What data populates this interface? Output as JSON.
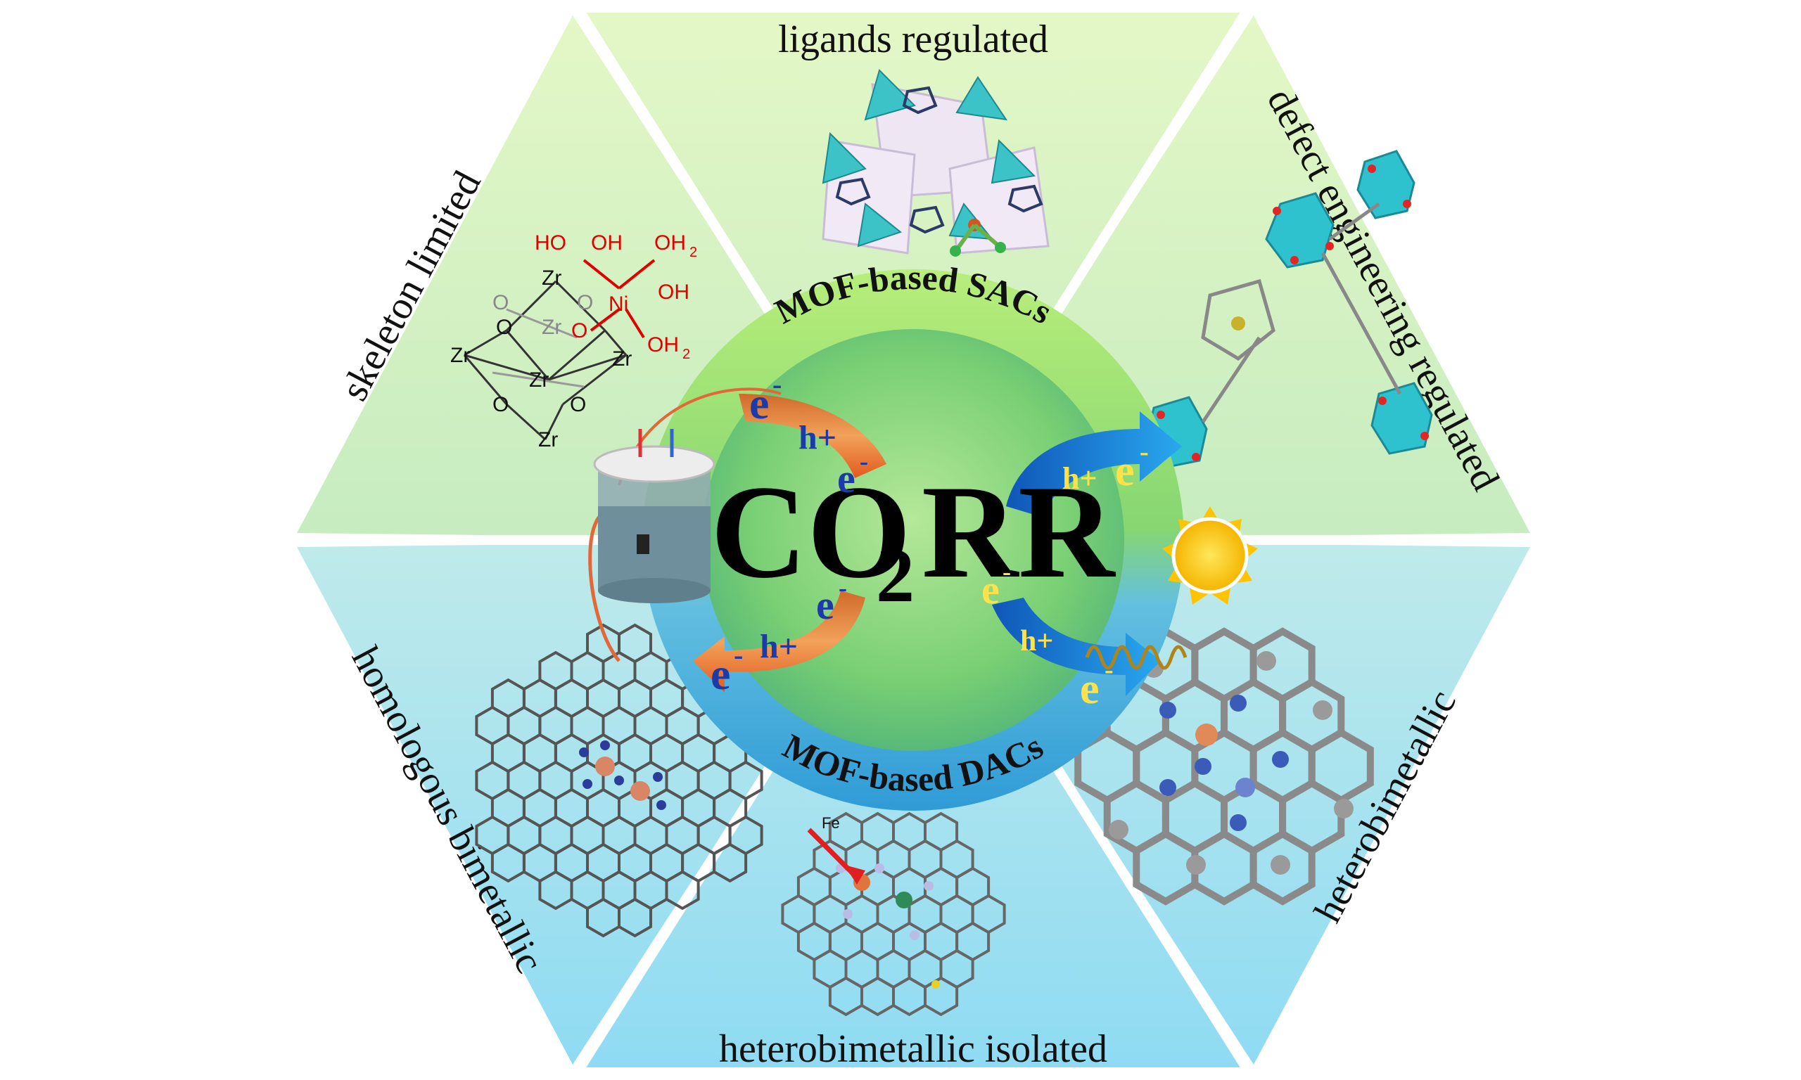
{
  "sectors": {
    "top": "ligands regulated",
    "top_right": "defect engineering regulated",
    "top_left": "skeleton limited",
    "bottom_left": "homologous bimetallic",
    "bottom_right": "heterobimetallic",
    "bottom": "heterobimetallic isolated"
  },
  "ring": {
    "upper": "MOF-based SACs",
    "lower": "MOF-based DACs"
  },
  "center": {
    "title_main": "CO",
    "title_sub": "2",
    "title_end": "RR"
  },
  "carriers": {
    "electron": "e",
    "minus": "-",
    "hole": "h+"
  },
  "molecule": {
    "zr": "Zr",
    "o": "O",
    "ni": "Ni",
    "ho": "HO",
    "oh": "OH",
    "oh2": "OH",
    "two": "2",
    "fe": "Fe"
  },
  "colors": {
    "upper_bg": "#d4f2b4",
    "lower_bg": "#a9e3ef",
    "electro_arrow": "#e8782c",
    "photo_arrow": "#1a7fd4",
    "sun": "#ffd21a"
  }
}
